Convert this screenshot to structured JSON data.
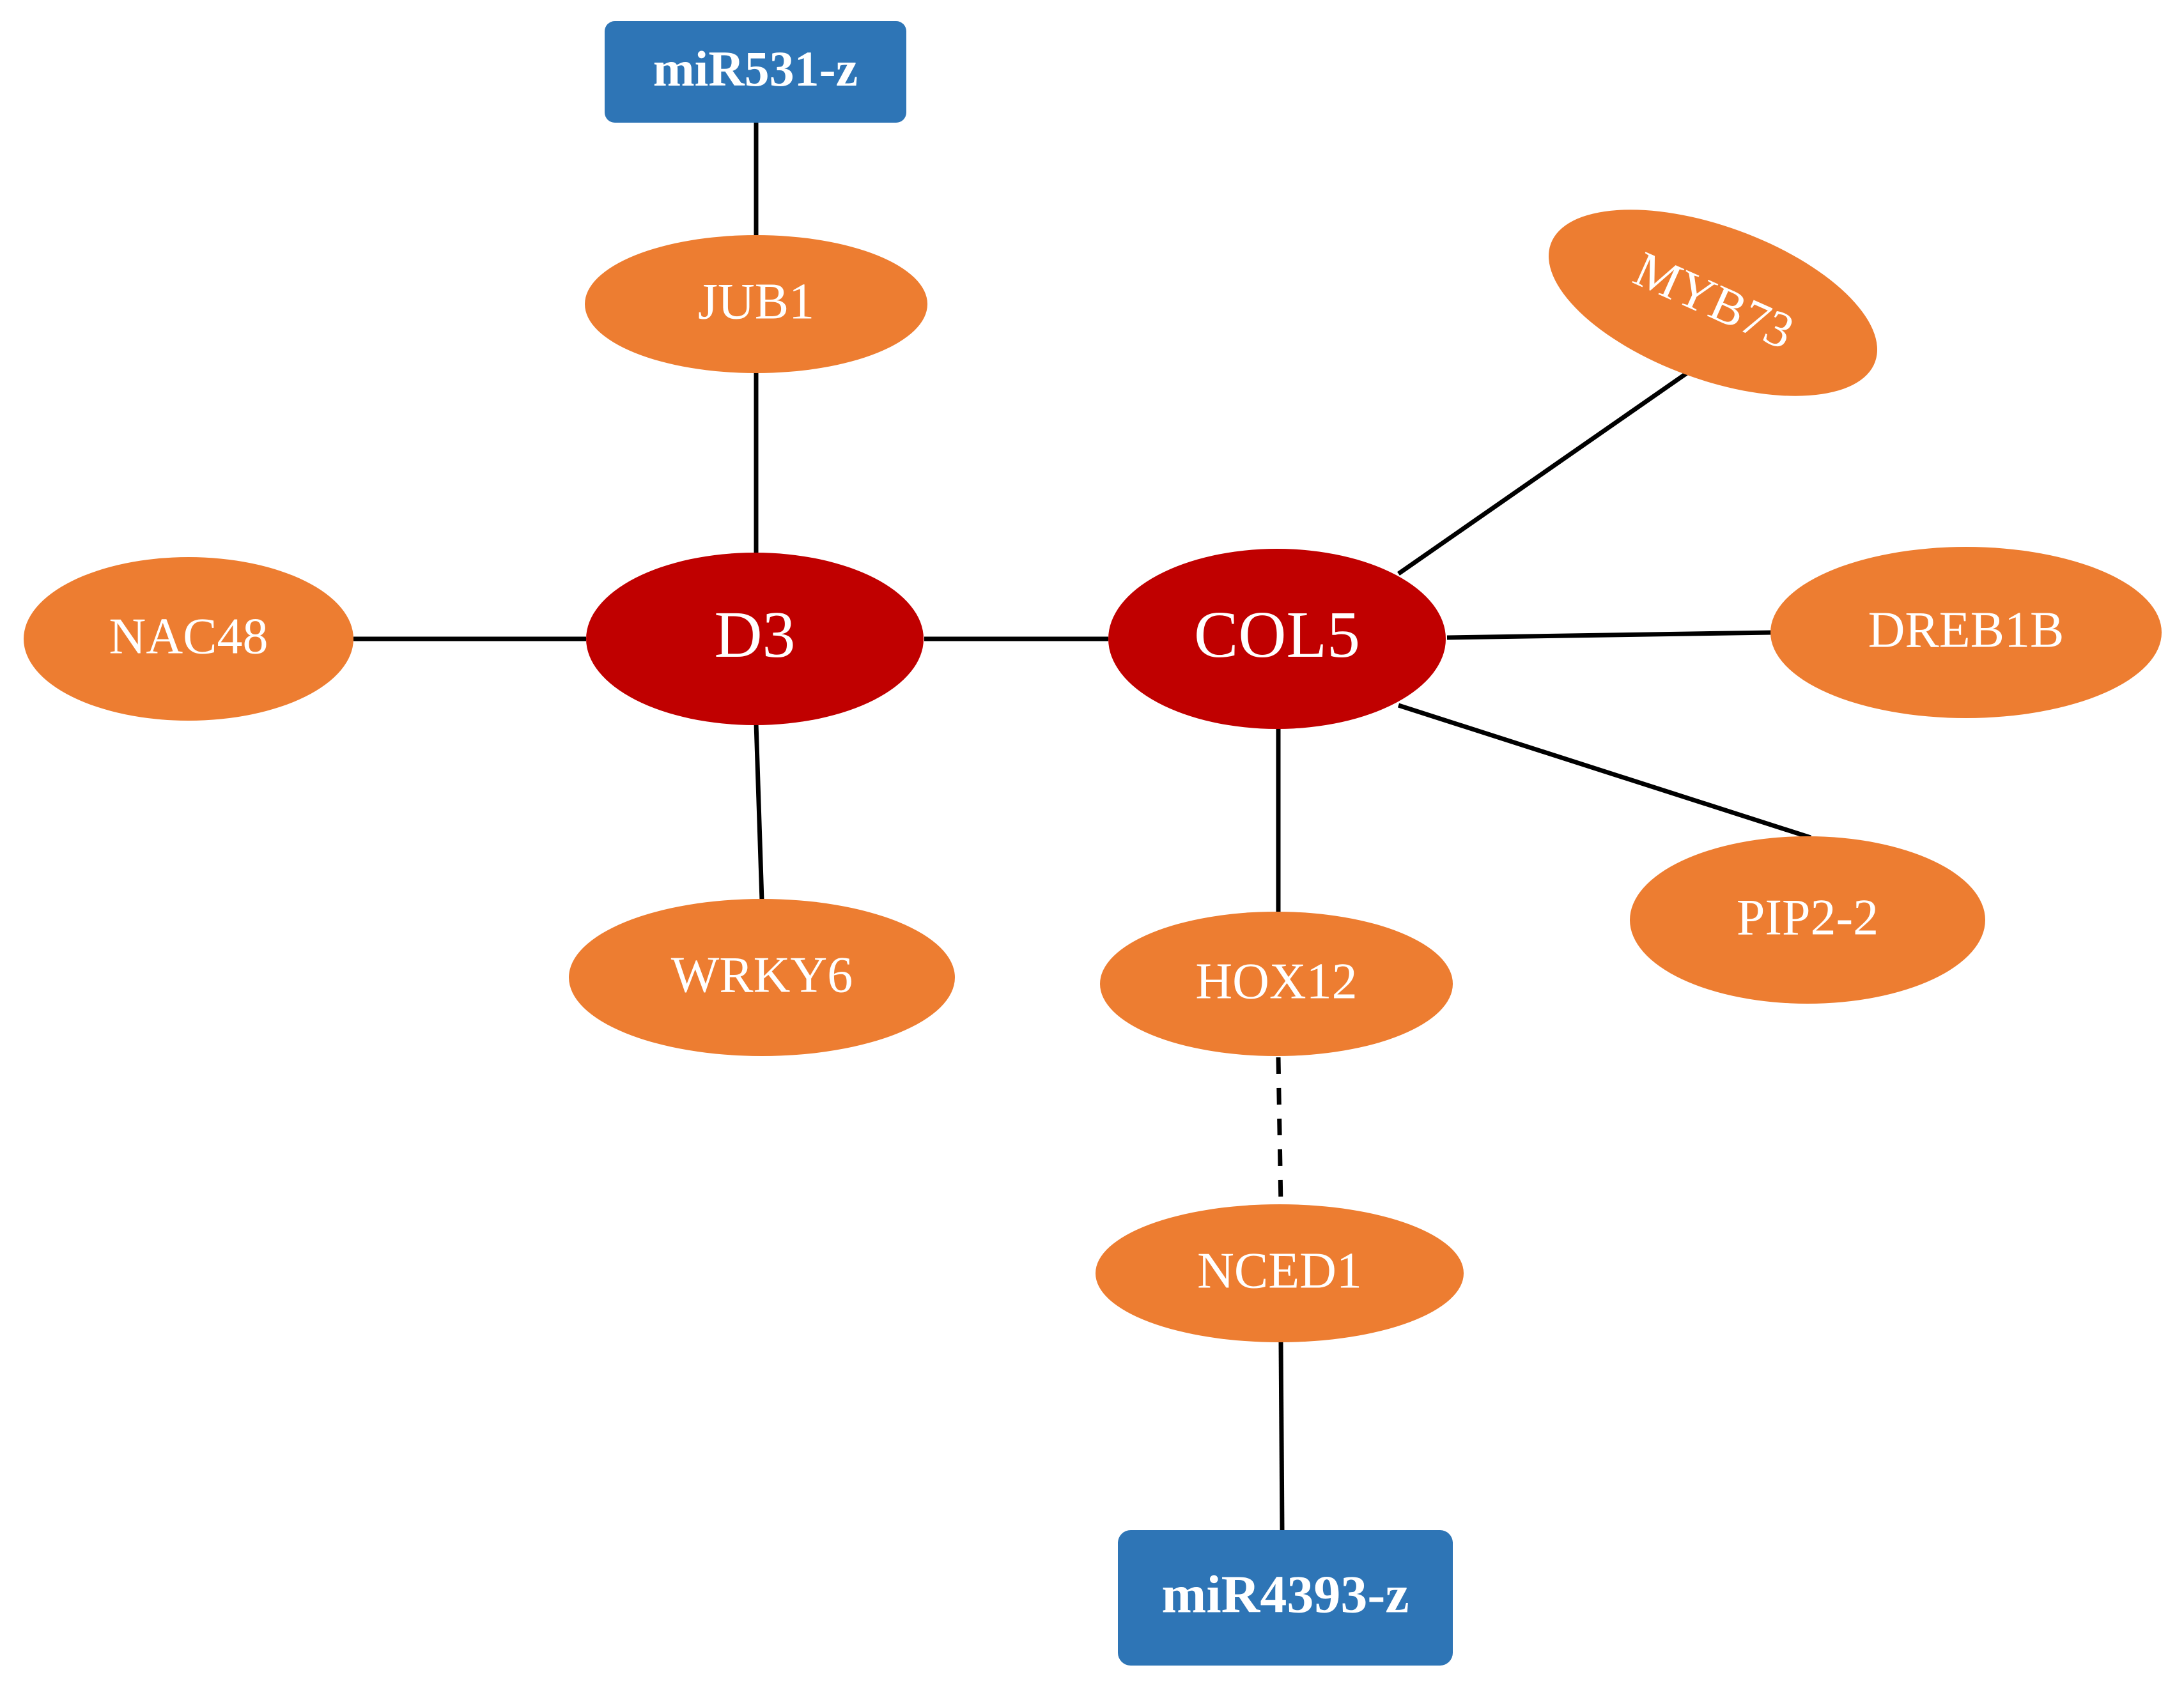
{
  "colors": {
    "background": "#ffffff",
    "hub_fill": "#c00000",
    "gene_fill": "#ed7d31",
    "mirna_fill": "#2e75b6",
    "edge": "#000000",
    "label": "#ffffff"
  },
  "nodes": [
    {
      "id": "mir531",
      "label": "miR531-z",
      "kind": "mirna"
    },
    {
      "id": "jub1",
      "label": "JUB1",
      "kind": "gene"
    },
    {
      "id": "d3",
      "label": "D3",
      "kind": "hub"
    },
    {
      "id": "col5",
      "label": "COL5",
      "kind": "hub"
    },
    {
      "id": "nac48",
      "label": "NAC48",
      "kind": "gene"
    },
    {
      "id": "wrky6",
      "label": "WRKY6",
      "kind": "gene"
    },
    {
      "id": "myb73",
      "label": "MYB73",
      "kind": "gene"
    },
    {
      "id": "dreb1b",
      "label": "DREB1B",
      "kind": "gene"
    },
    {
      "id": "pip22",
      "label": "PIP2-2",
      "kind": "gene"
    },
    {
      "id": "hox12",
      "label": "HOX12",
      "kind": "gene"
    },
    {
      "id": "nced1",
      "label": "NCED1",
      "kind": "gene"
    },
    {
      "id": "mir4393",
      "label": "miR4393-z",
      "kind": "mirna"
    }
  ],
  "edges": [
    {
      "from": "mir531",
      "to": "jub1",
      "style": "solid"
    },
    {
      "from": "jub1",
      "to": "d3",
      "style": "solid"
    },
    {
      "from": "nac48",
      "to": "d3",
      "style": "solid"
    },
    {
      "from": "d3",
      "to": "wrky6",
      "style": "solid"
    },
    {
      "from": "d3",
      "to": "col5",
      "style": "solid"
    },
    {
      "from": "col5",
      "to": "myb73",
      "style": "solid"
    },
    {
      "from": "col5",
      "to": "dreb1b",
      "style": "solid"
    },
    {
      "from": "col5",
      "to": "pip22",
      "style": "solid"
    },
    {
      "from": "col5",
      "to": "hox12",
      "style": "solid"
    },
    {
      "from": "hox12",
      "to": "nced1",
      "style": "dashed"
    },
    {
      "from": "nced1",
      "to": "mir4393",
      "style": "solid"
    }
  ]
}
